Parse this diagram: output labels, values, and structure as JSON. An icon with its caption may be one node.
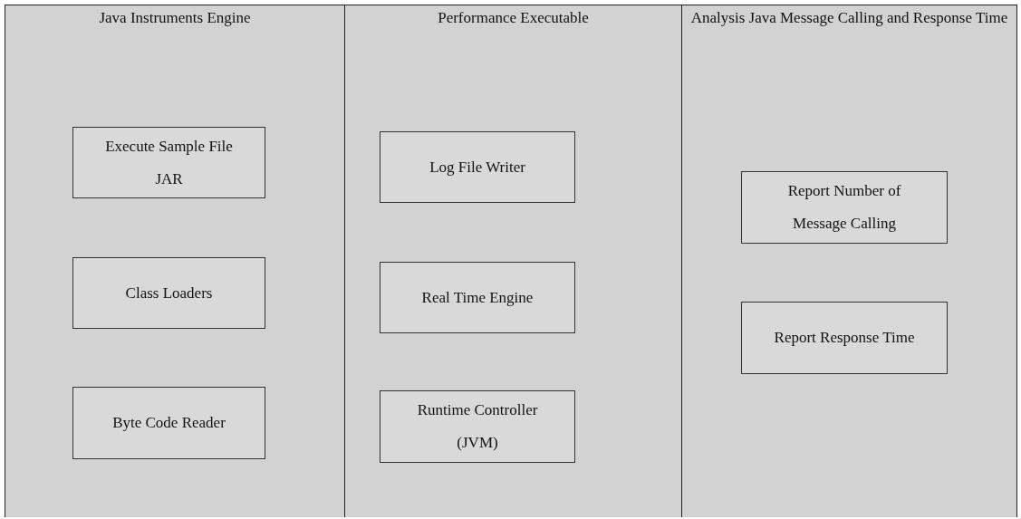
{
  "diagram": {
    "nodes": [
      {
        "text": [
          "Java Instruments Engine"
        ]
      },
      {
        "text": [
          "Execute Sample File JAR"
        ],
        "in": 0
      },
      {
        "text": [
          "Class Loaders"
        ],
        "in": 0
      },
      {
        "text": [
          "Byte Code Reader"
        ],
        "in": 0
      },
      {
        "text": [
          "Performance Executable"
        ]
      },
      {
        "text": [
          "Log File Writer"
        ],
        "in": 4
      },
      {
        "text": [
          "Real Time Engine"
        ],
        "in": 4
      },
      {
        "text": [
          "Runtime Controller (JVM)"
        ],
        "in": 4
      },
      {
        "text": [
          "Analysis Java Message Calling and Response Time"
        ]
      },
      {
        "text": [
          "Report Number of Message Calling"
        ],
        "in": 8
      },
      {
        "text": [
          "Report Response Time"
        ],
        "in": 8
      }
    ]
  }
}
